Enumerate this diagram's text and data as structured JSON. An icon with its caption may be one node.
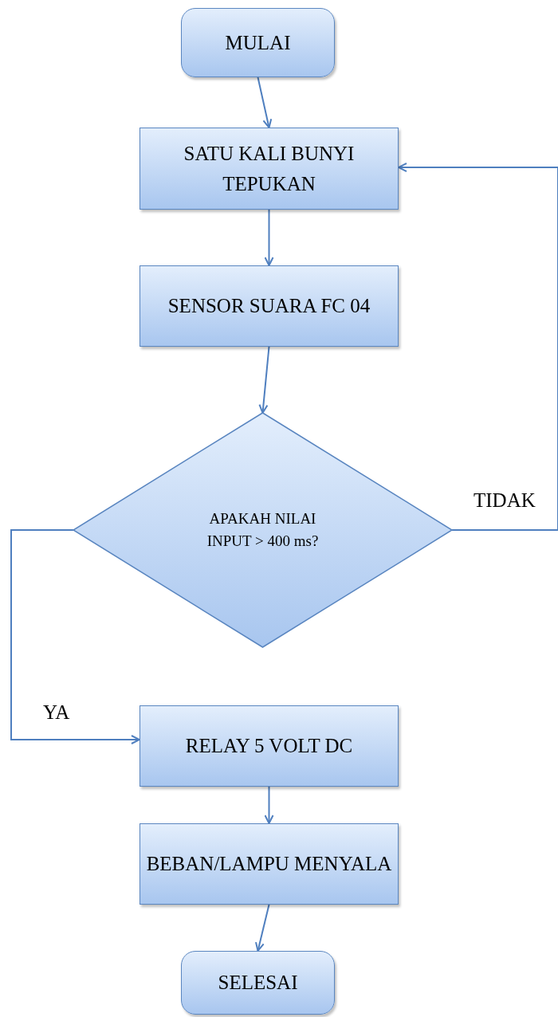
{
  "diagram": {
    "nodes": [
      {
        "text": [
          "MULAI"
        ]
      },
      {
        "text": [
          "SATU KALI BUNYI TEPUKAN"
        ]
      },
      {
        "text": [
          "SENSOR SUARA FC 04"
        ]
      },
      {
        "text": [
          "APAKAH NILAI INPUT > 400 ms?"
        ]
      },
      {
        "text": [
          "RELAY 5 VOLT DC"
        ]
      },
      {
        "text": [
          "BEBAN/LAMPU MENYALA"
        ]
      },
      {
        "text": [
          "SELESAI"
        ]
      }
    ],
    "edges": [
      {
        "from": 0,
        "to": 1,
        "arrow": "to"
      },
      {
        "from": 1,
        "to": 2,
        "arrow": "to"
      },
      {
        "from": 2,
        "to": 3,
        "arrow": "to"
      },
      {
        "from": 3,
        "to": 4,
        "arrow": "to",
        "label": "YA"
      },
      {
        "from": 3,
        "to": 1,
        "arrow": "to",
        "label": "TIDAK"
      },
      {
        "from": 4,
        "to": 5,
        "arrow": "to"
      },
      {
        "from": 5,
        "to": 6,
        "arrow": "to"
      }
    ]
  }
}
